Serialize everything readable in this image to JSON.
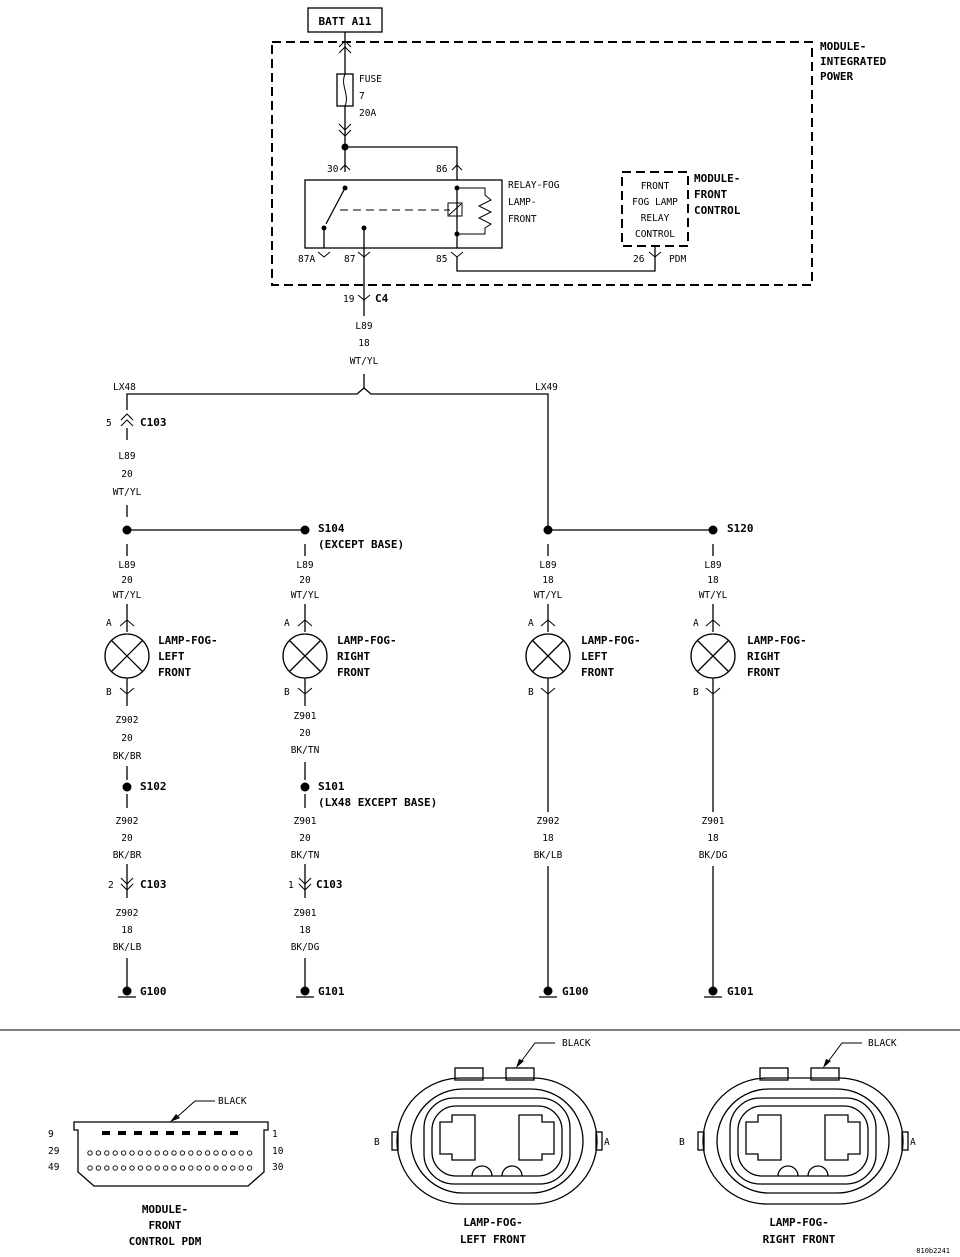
{
  "battery": {
    "label": "BATT A11"
  },
  "pdm": {
    "title_lines": [
      "MODULE-",
      "INTEGRATED",
      "POWER"
    ],
    "fuse_lines": [
      "FUSE",
      "7",
      "20A"
    ],
    "relay_lines": [
      "RELAY-FOG",
      "LAMP-",
      "FRONT"
    ],
    "pin_30": "30",
    "pin_86": "86",
    "pin_87a": "87A",
    "pin_87": "87",
    "pin_85": "85"
  },
  "fcm": {
    "title_lines": [
      "MODULE-",
      "FRONT",
      "CONTROL"
    ],
    "box_lines": [
      "FRONT",
      "FOG LAMP",
      "RELAY",
      "CONTROL"
    ],
    "pin": "26",
    "pin_label": "PDM"
  },
  "feed": {
    "pin": "19",
    "connector": "C4",
    "wire": [
      "L89",
      "18",
      "WT/YL"
    ]
  },
  "variants": {
    "left": "LX48",
    "right": "LX49"
  },
  "branch_lx48": {
    "c103_pin": "5",
    "c103": "C103",
    "wire_top": [
      "L89",
      "20",
      "WT/YL"
    ],
    "left_wire": [
      "L89",
      "20",
      "WT/YL"
    ],
    "s104": "S104",
    "s104_note": "(EXCEPT BASE)",
    "right_wire": [
      "L89",
      "20",
      "WT/YL"
    ],
    "lamp_left": [
      "LAMP-FOG-",
      "LEFT",
      "FRONT"
    ],
    "lamp_right": [
      "LAMP-FOG-",
      "RIGHT",
      "FRONT"
    ],
    "pin_a": "A",
    "pin_b": "B",
    "z902_a": [
      "Z902",
      "20",
      "BK/BR"
    ],
    "s102": "S102",
    "z902_b": [
      "Z902",
      "20",
      "BK/BR"
    ],
    "c103_pin_2": "2",
    "c103_2": "C103",
    "z902_c": [
      "Z902",
      "18",
      "BK/LB"
    ],
    "g100": "G100",
    "z901_a": [
      "Z901",
      "20",
      "BK/TN"
    ],
    "s101": "S101",
    "s101_note": "(LX48 EXCEPT BASE)",
    "z901_b": [
      "Z901",
      "20",
      "BK/TN"
    ],
    "c103_pin_1": "1",
    "c103_1": "C103",
    "z901_c": [
      "Z901",
      "18",
      "BK/DG"
    ],
    "g101": "G101"
  },
  "branch_lx49": {
    "left_wire": [
      "L89",
      "18",
      "WT/YL"
    ],
    "s120": "S120",
    "right_wire": [
      "L89",
      "18",
      "WT/YL"
    ],
    "lamp_left": [
      "LAMP-FOG-",
      "LEFT",
      "FRONT"
    ],
    "lamp_right": [
      "LAMP-FOG-",
      "RIGHT",
      "FRONT"
    ],
    "pin_a": "A",
    "pin_b": "B",
    "z902": [
      "Z902",
      "18",
      "BK/LB"
    ],
    "g100": "G100",
    "z901": [
      "Z901",
      "18",
      "BK/DG"
    ],
    "g101": "G101"
  },
  "connectors": {
    "pdm_conn": {
      "color": "BLACK",
      "pins_row1": [
        "9",
        "1"
      ],
      "pins_row2": [
        "29",
        "10"
      ],
      "pins_row3": [
        "49",
        "30"
      ],
      "caption": [
        "MODULE-",
        "FRONT",
        "CONTROL PDM"
      ]
    },
    "lamp_left_conn": {
      "color": "BLACK",
      "pin_b": "B",
      "pin_a": "A",
      "caption": [
        "LAMP-FOG-",
        "LEFT FRONT"
      ]
    },
    "lamp_right_conn": {
      "color": "BLACK",
      "pin_b": "B",
      "pin_a": "A",
      "caption": [
        "LAMP-FOG-",
        "RIGHT FRONT"
      ]
    }
  },
  "figure_id": "810b2241"
}
